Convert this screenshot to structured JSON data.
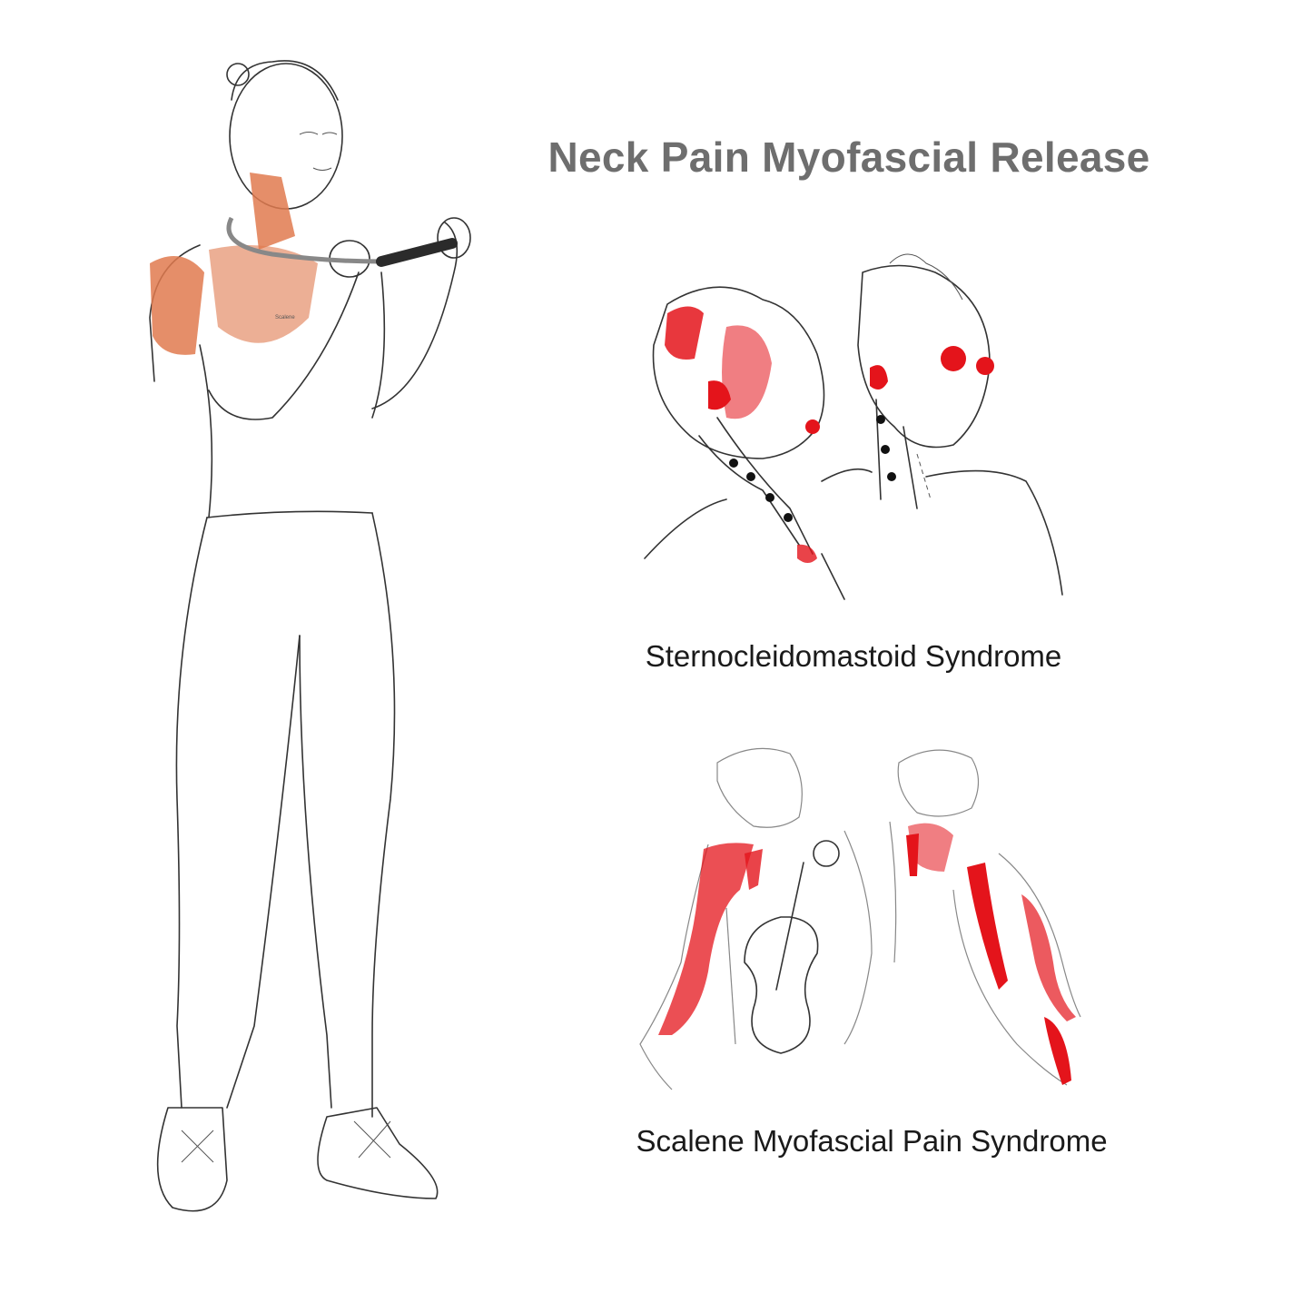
{
  "title": "Neck Pain Myofascial Release",
  "sections": [
    {
      "caption": "Sternocleidomastoid Syndrome"
    },
    {
      "caption": "Scalene Myofascial Pain Syndrome"
    }
  ],
  "figure_label": "Scalene",
  "colors": {
    "title": "#6e6e6e",
    "caption": "#1a1a1a",
    "pain": "#e4141b",
    "muscle": "#e07a4f",
    "tool": "#2b2b2b"
  }
}
